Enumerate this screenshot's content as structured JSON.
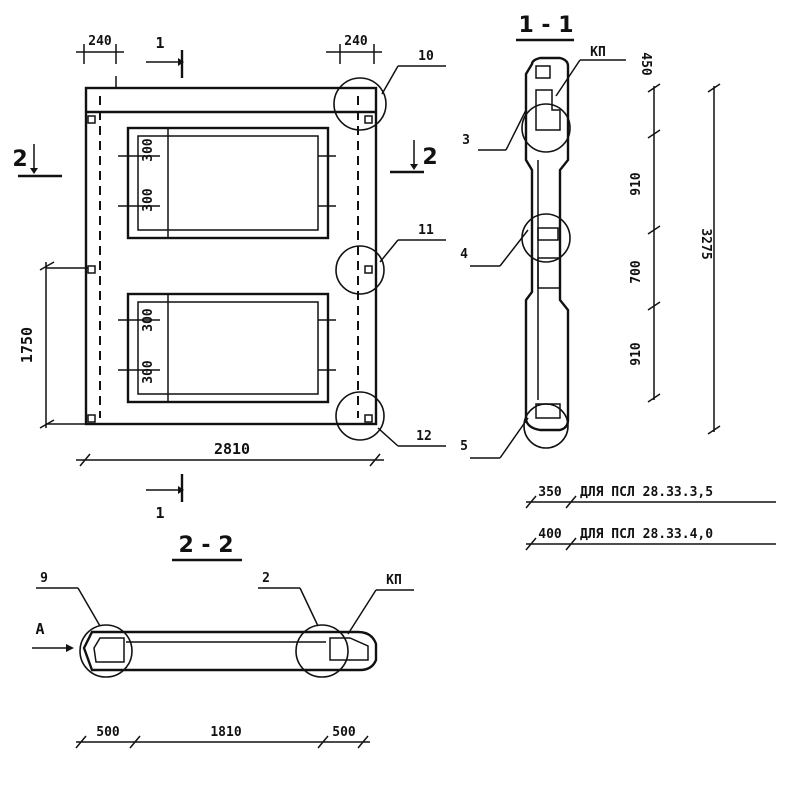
{
  "plan": {
    "dim_top_left": "240",
    "dim_top_right": "240",
    "dim_width": "2810",
    "dim_height": "1750",
    "dim_window1_a": "300",
    "dim_window1_b": "300",
    "dim_window2_a": "300",
    "dim_window2_b": "300",
    "cut1_top": "1",
    "cut1_bottom": "1",
    "cut2_left": "2",
    "cut2_right": "2",
    "callout_10": "10",
    "callout_11": "11",
    "callout_12": "12"
  },
  "section11": {
    "title": "1 - 1",
    "label_kp": "КП",
    "dim_450": "450",
    "dim_910a": "910",
    "dim_700": "700",
    "dim_910b": "910",
    "dim_total": "3275",
    "callout_3": "3",
    "callout_4": "4",
    "callout_5": "5",
    "note1_dim": "350",
    "note1_text": "ДЛЯ ПСЛ  28.33.3,5",
    "note2_dim": "400",
    "note2_text": "ДЛЯ ПСЛ  28.33.4,0"
  },
  "section22": {
    "title": "2 - 2",
    "callout_9": "9",
    "callout_2": "2",
    "label_kp": "КП",
    "label_a": "А",
    "dim_left": "500",
    "dim_mid": "1810",
    "dim_right": "500"
  }
}
